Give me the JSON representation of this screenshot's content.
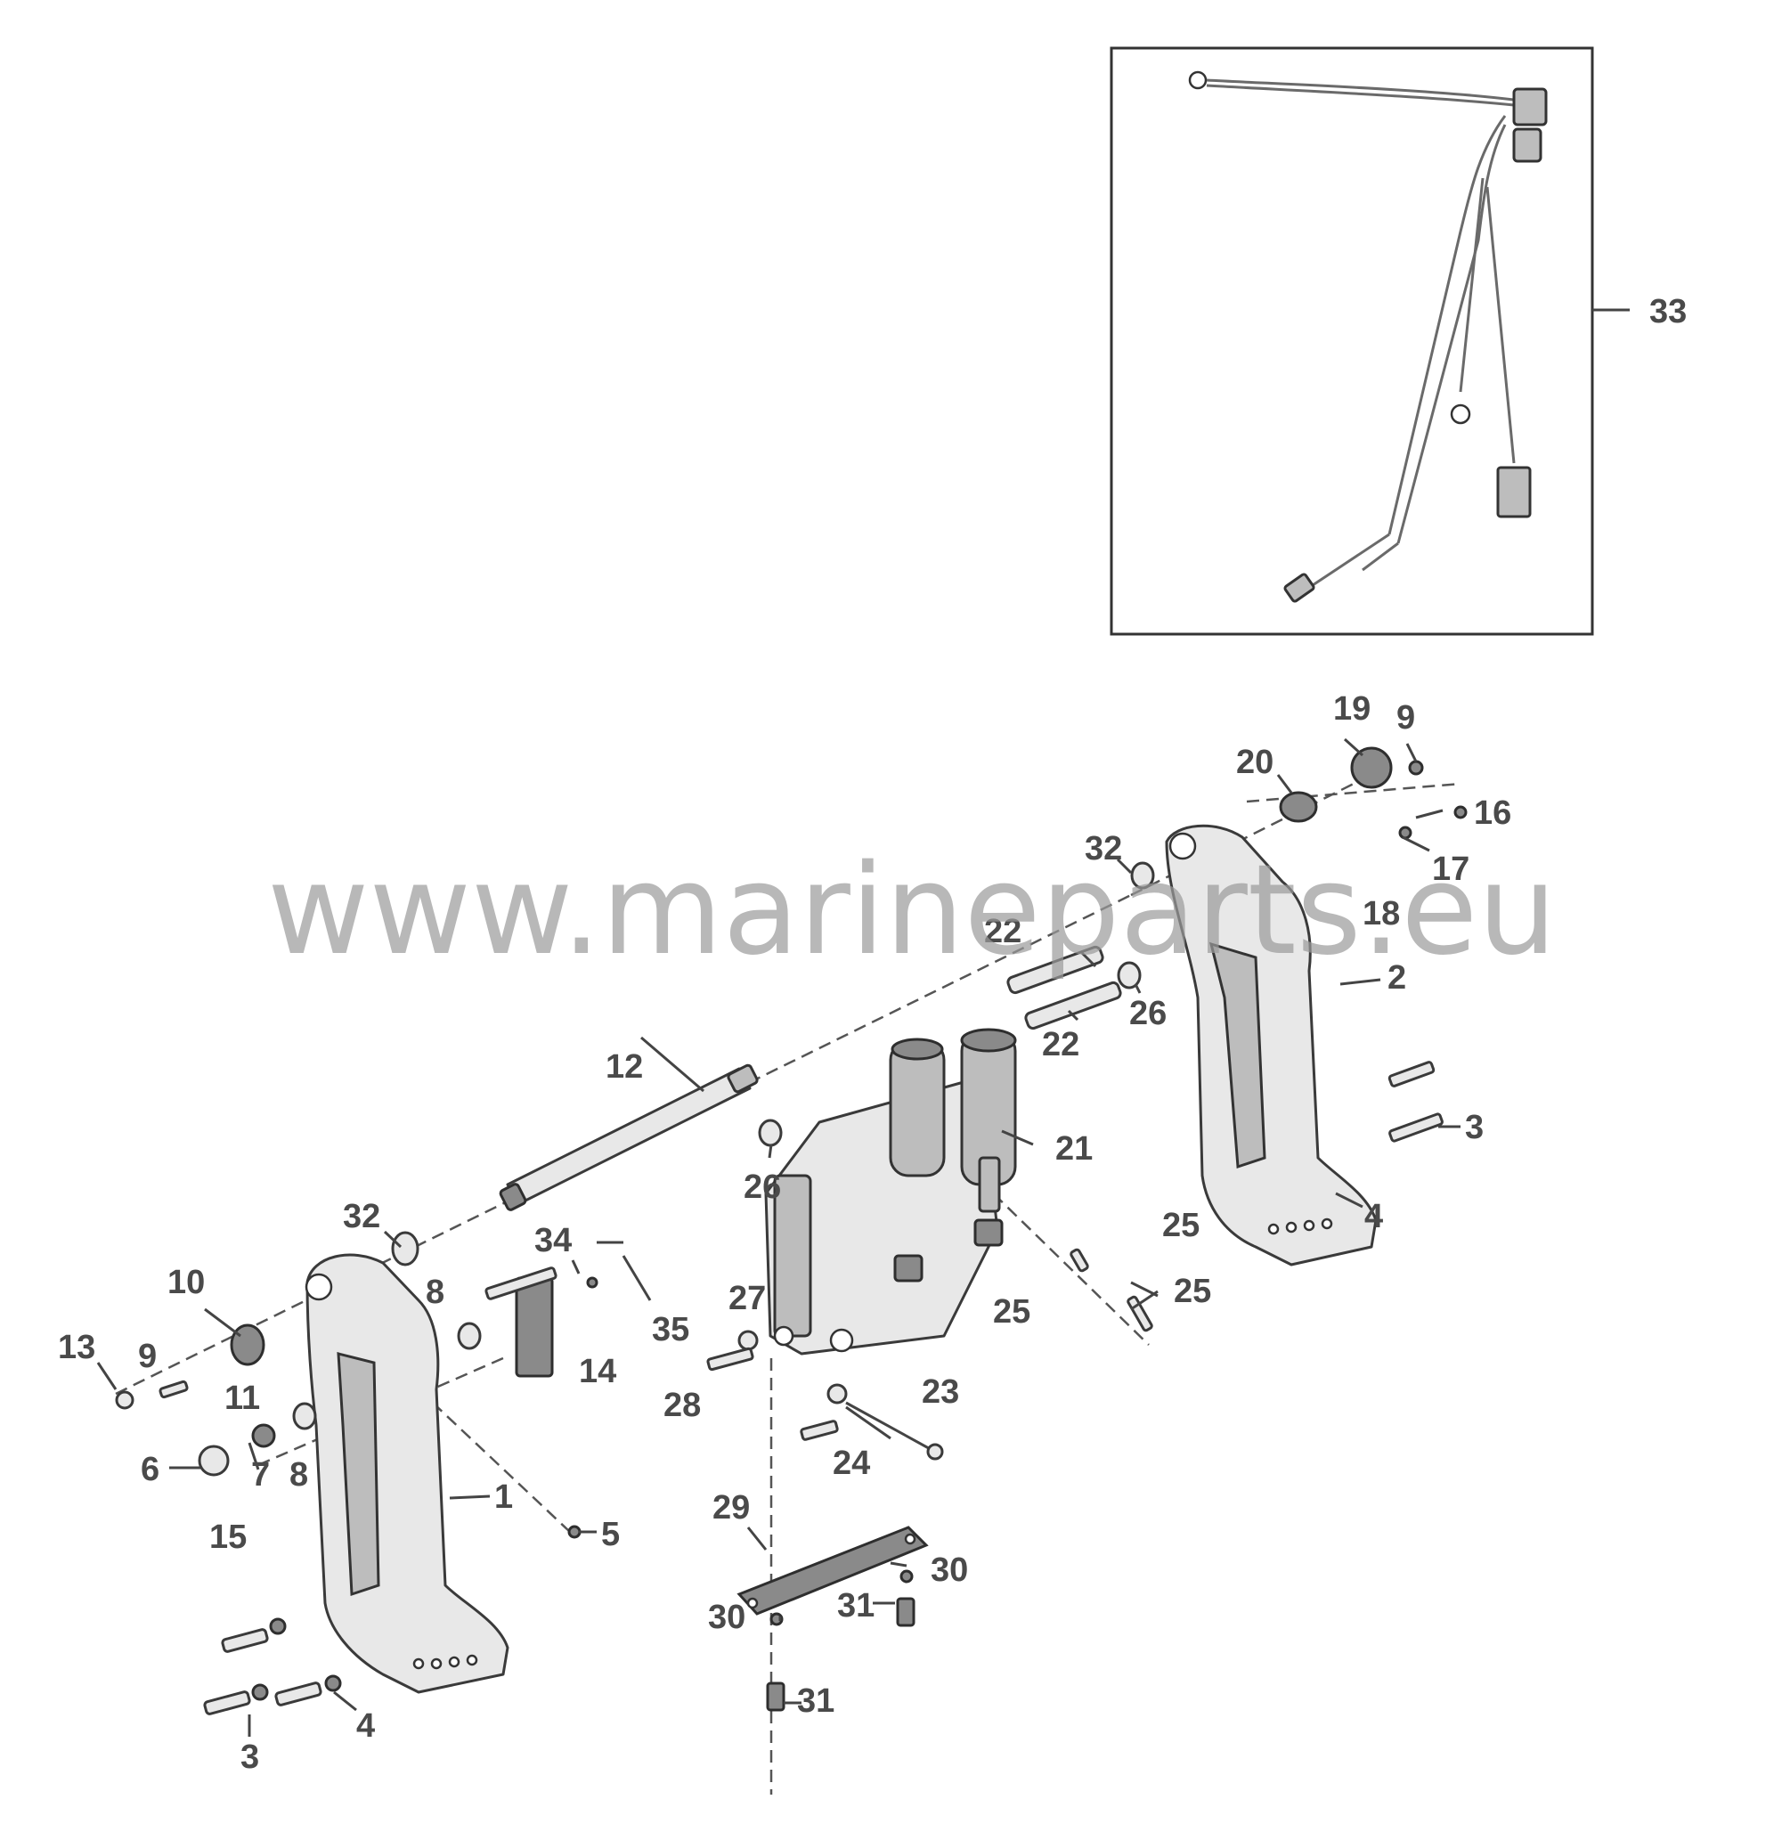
{
  "watermark": "www.marineparts.eu",
  "inset_callout": "33",
  "callouts": {
    "c1": "1",
    "c2": "2",
    "c3a": "3",
    "c3b": "3",
    "c4a": "4",
    "c4b": "4",
    "c5": "5",
    "c6": "6",
    "c7": "7",
    "c8a": "8",
    "c8b": "8",
    "c9a": "9",
    "c9b": "9",
    "c10": "10",
    "c11": "11",
    "c12": "12",
    "c13": "13",
    "c14": "14",
    "c15": "15",
    "c16": "16",
    "c17": "17",
    "c18": "18",
    "c19": "19",
    "c20": "20",
    "c21": "21",
    "c22a": "22",
    "c22b": "22",
    "c23": "23",
    "c24": "24",
    "c25a": "25",
    "c25b": "25",
    "c25c": "25",
    "c26a": "26",
    "c26b": "26",
    "c27": "27",
    "c28": "28",
    "c29": "29",
    "c30a": "30",
    "c30b": "30",
    "c31a": "31",
    "c31b": "31",
    "c32a": "32",
    "c32b": "32",
    "c34": "34",
    "c35": "35"
  },
  "colors": {
    "line": "#3a3a3a",
    "label": "#4a4a4a",
    "watermark": "#9a9a9a"
  }
}
